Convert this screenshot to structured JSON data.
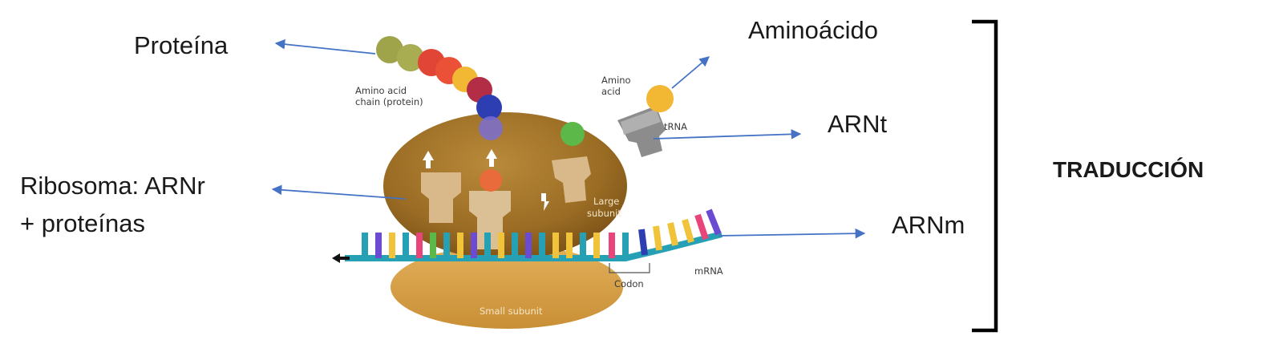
{
  "labels": {
    "protein": "Proteína",
    "amino_acid": "Aminoácido",
    "trna": "ARNt",
    "ribosome_line1": "Ribosoma: ARNr",
    "ribosome_line2": "+ proteínas",
    "mrna": "ARNm",
    "process": "TRADUCCIÓN"
  },
  "illustration": {
    "chain_label_line1": "Amino acid",
    "chain_label_line2": "chain (protein)",
    "amino_label_line1": "Amino",
    "amino_label_line2": "acid",
    "trna_label": "tRNA",
    "large_subunit_line1": "Large",
    "large_subunit_line2": "subunit",
    "small_subunit": "Small subunit",
    "codon": "Codon",
    "mrna": "mRNA"
  },
  "colors": {
    "arrow": "#4472c4",
    "text": "#1a1a1a",
    "ribosome_large": "#a77a2e",
    "ribosome_small": "#d6a550",
    "bracket": "#000000"
  }
}
